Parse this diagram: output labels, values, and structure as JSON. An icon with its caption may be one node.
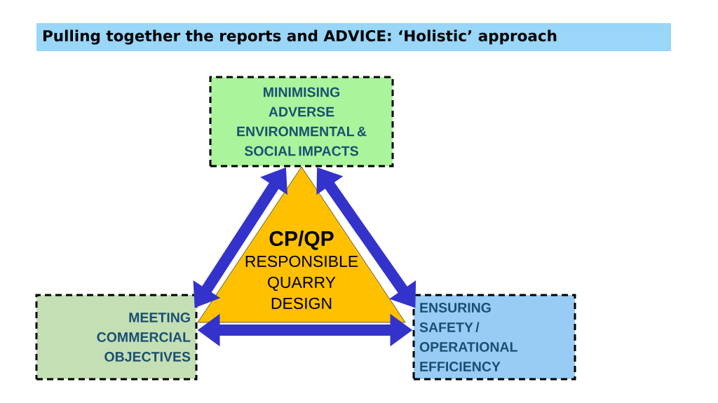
{
  "diagram": {
    "title": "Pulling together the reports and ADVICE: ‘Holistic’ approach",
    "nodes": [
      {
        "text": [
          "MINIMISING ADVERSE ENVIRONMENTAL & SOCIAL IMPACTS"
        ]
      },
      {
        "text": [
          "CP/QP",
          "RESPONSIBLE QUARRY DESIGN"
        ]
      },
      {
        "text": [
          "MEETING COMMERCIAL OBJECTIVES"
        ]
      },
      {
        "text": [
          "ENSURING SAFETY / OPERATIONAL EFFICIENCY"
        ]
      }
    ],
    "edges": [
      {
        "from": 0,
        "to": 2,
        "arrow": "both"
      },
      {
        "from": 0,
        "to": 3,
        "arrow": "both"
      },
      {
        "from": 2,
        "to": 3,
        "arrow": "both"
      }
    ]
  }
}
